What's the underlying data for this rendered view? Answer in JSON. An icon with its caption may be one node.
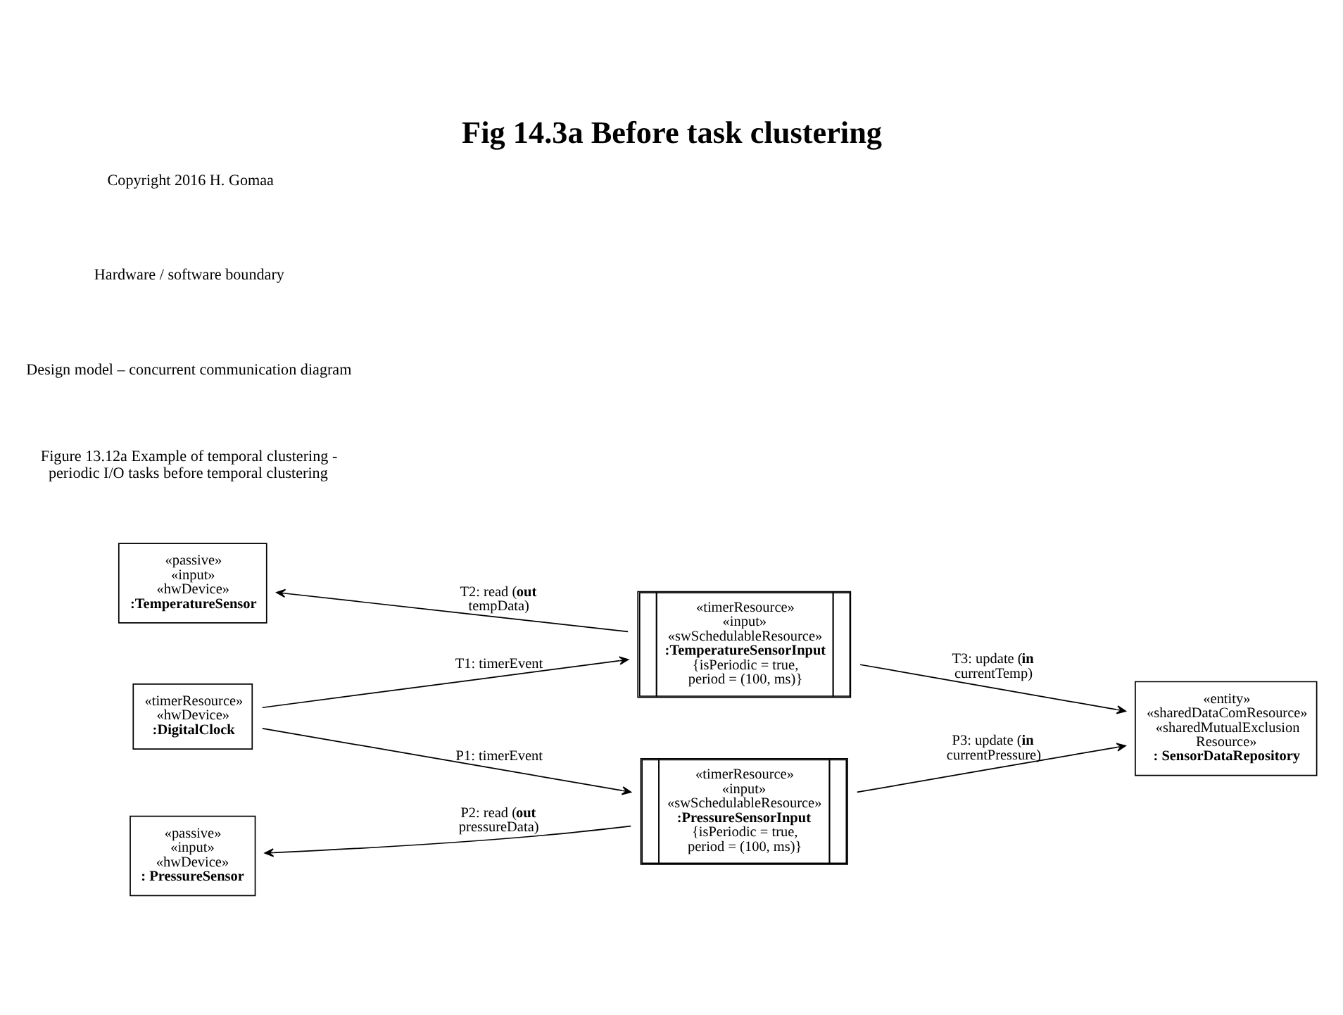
{
  "diagram": {
    "title": "Fig 14.3a Before task clustering",
    "nodes": [
      {
        "text": [
          "«passive»",
          "«input»",
          "«hwDevice»",
          ":TemperatureSensor"
        ]
      },
      {
        "text": [
          "«timerResource»",
          "«input»",
          "«swSchedulableResource»",
          ":TemperatureSensorInput",
          "{isPeriodic = true, period = (100, ms)}"
        ]
      },
      {
        "text": [
          "«entity»",
          "«sharedDataComResource»",
          "«sharedMutualExclusion Resource»",
          ": SensorDataRepository"
        ]
      },
      {
        "text": [
          "«timerResource»",
          "«hwDevice»",
          ":DigitalClock"
        ]
      },
      {
        "text": [
          "«passive»",
          "«input»",
          "«hwDevice»",
          ": PressureSensor"
        ]
      },
      {
        "text": [
          "«timerResource»",
          "«input»",
          "«swSchedulableResource»",
          ":PressureSensorInput",
          "{isPeriodic = true, period = (100, ms)}"
        ]
      }
    ],
    "edges": [
      {
        "from": 1,
        "to": 0,
        "arrow": "to",
        "label": "T2: read (**out** tempData)"
      },
      {
        "from": 1,
        "to": 2,
        "arrow": "to",
        "label": "T3: update (**in** currentTemp)"
      },
      {
        "from": 3,
        "to": 1,
        "arrow": "to",
        "label": "T1: timerEvent"
      },
      {
        "from": 3,
        "to": 5,
        "arrow": "to",
        "label": "P1: timerEvent"
      },
      {
        "from": 5,
        "to": 2,
        "arrow": "to",
        "label": "P3: update (**in** currentPressure)"
      },
      {
        "from": 5,
        "to": 4,
        "arrow": "to",
        "label": "P2: read (**out** pressureData)"
      }
    ],
    "labels": [
      "Figure 13.12a Example of temporal clustering - periodic I/O tasks before temporal clustering",
      "Design model – concurrent communication diagram",
      "Hardware / software boundary",
      "Copyright 2016 H. Gomaa"
    ]
  }
}
